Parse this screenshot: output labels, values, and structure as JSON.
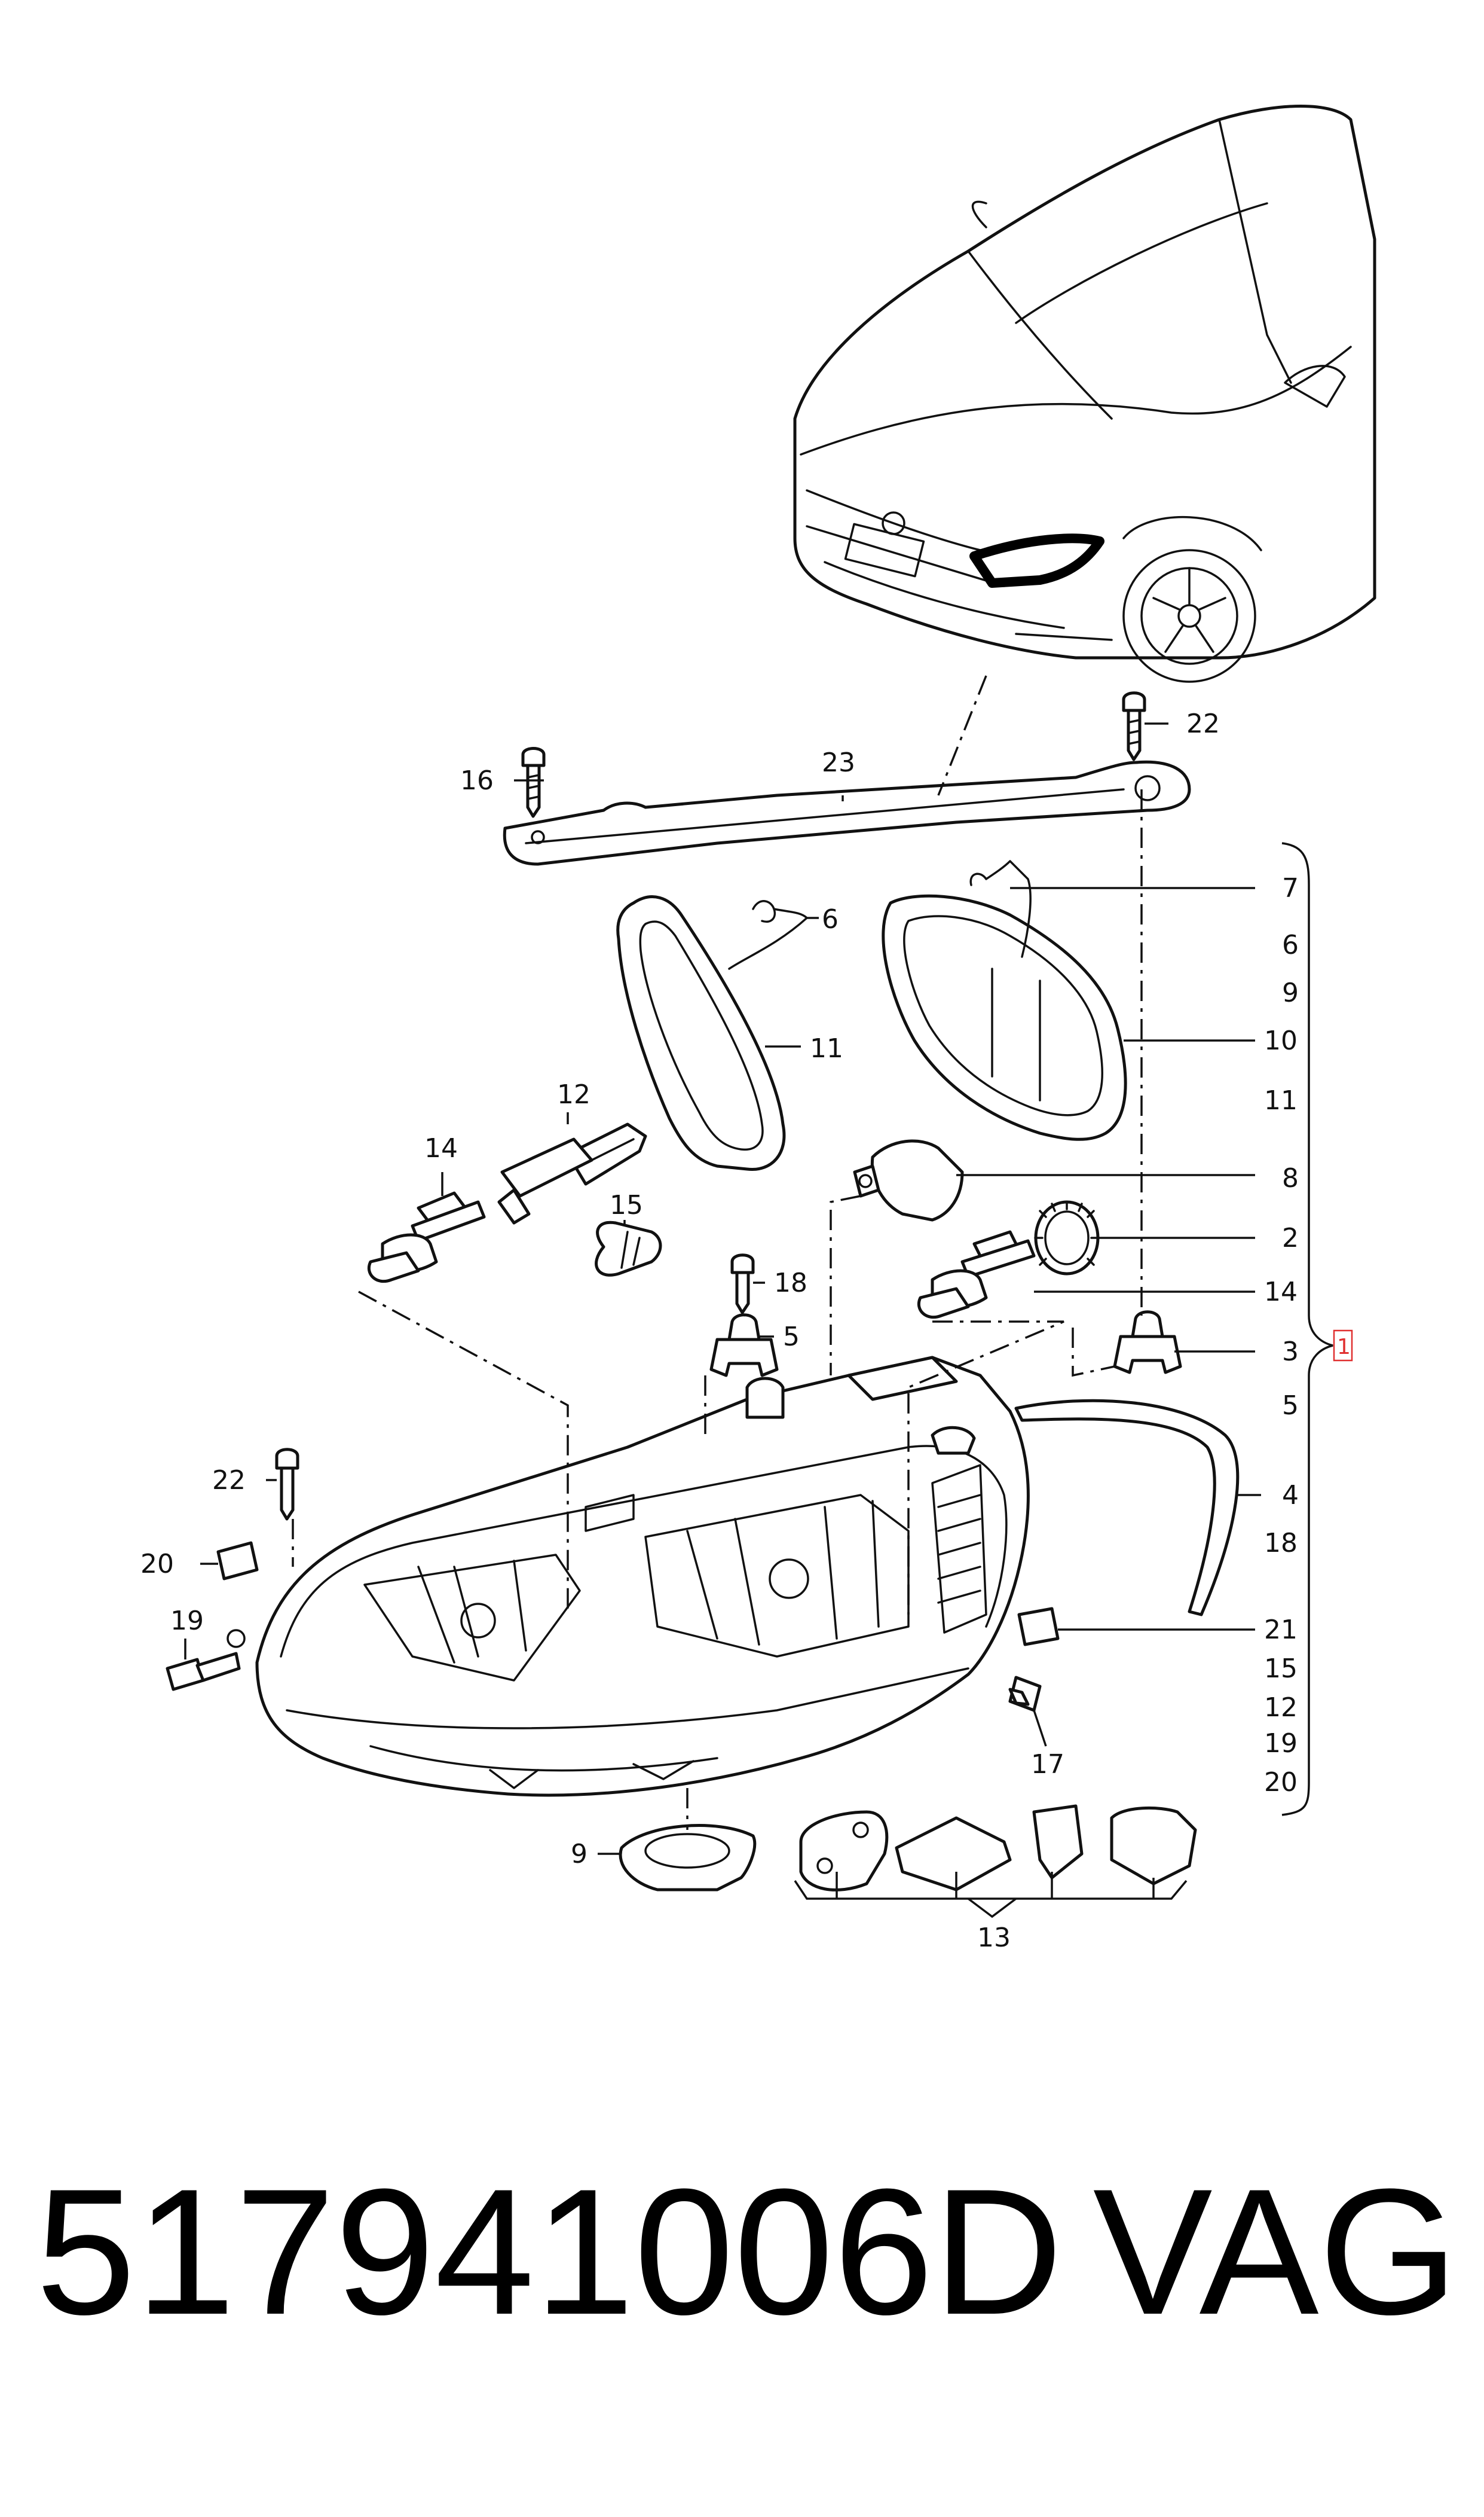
{
  "diagram": {
    "callouts": [
      "1",
      "2",
      "3",
      "4",
      "5",
      "6",
      "7",
      "8",
      "9",
      "10",
      "11",
      "12",
      "13",
      "14",
      "15",
      "16",
      "17",
      "18",
      "19",
      "20",
      "21",
      "22",
      "23"
    ],
    "right_column": [
      "7",
      "6",
      "9",
      "10",
      "11",
      "8",
      "2",
      "14",
      "3",
      "5",
      "4",
      "18",
      "21",
      "15",
      "12",
      "19",
      "20"
    ],
    "group_label": "1",
    "group_color": "#e03030"
  },
  "footer": {
    "part_number": "517941006D",
    "brand": "VAG"
  }
}
